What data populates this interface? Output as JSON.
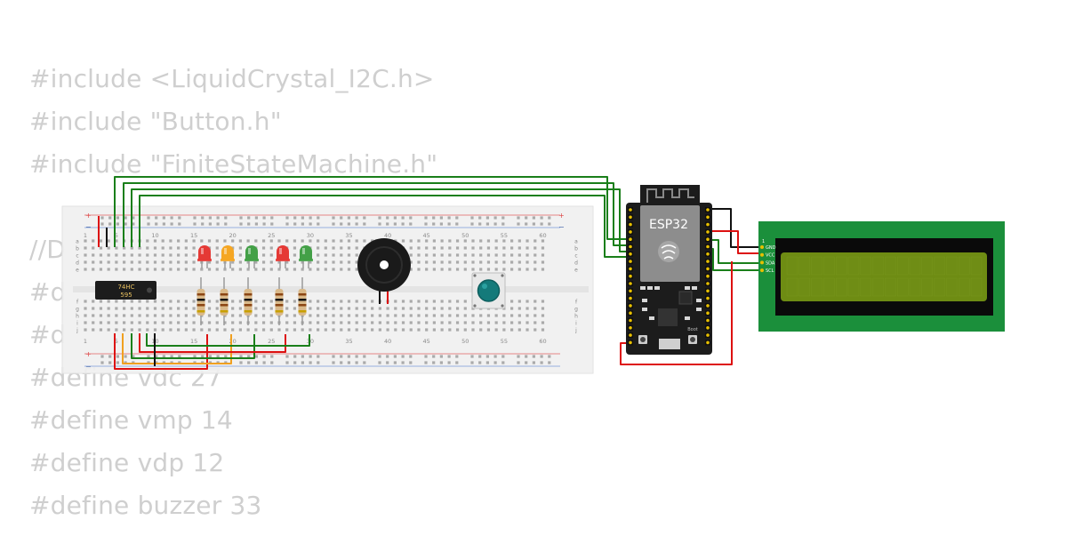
{
  "code_lines": [
    "#include <LiquidCrystal_I2C.h>",
    "#include \"Button.h\"",
    "#include \"FiniteStateMachine.h\"",
    "",
    "//D",
    "#d",
    "#d",
    "#define vdc 27",
    "#define vmp 14",
    "#define vdp 12",
    "#define buzzer 33"
  ],
  "breadboard": {
    "column_numbers": [
      "1",
      "5",
      "10",
      "15",
      "20",
      "25",
      "30",
      "35",
      "40",
      "45",
      "50",
      "55",
      "60"
    ],
    "row_letters_top": [
      "a",
      "b",
      "c",
      "d",
      "e"
    ],
    "row_letters_bottom": [
      "f",
      "g",
      "h",
      "i",
      "j"
    ],
    "rail_plus": "+",
    "rail_minus": "−"
  },
  "shift_register": {
    "line1": "74HC",
    "line2": "595"
  },
  "leds": [
    {
      "color": "#e53935"
    },
    {
      "color": "#f5a623"
    },
    {
      "color": "#43a047"
    },
    {
      "color": "#e53935"
    },
    {
      "color": "#43a047"
    }
  ],
  "esp32": {
    "label": "ESP32",
    "boot_label": "Boot"
  },
  "lcd": {
    "pins": [
      "GND",
      "VCC",
      "SDA",
      "SCL"
    ],
    "screen_color": "#6e8c13",
    "board_color": "#1b8f3b"
  },
  "colors": {
    "wire_green": "#1a7f1a",
    "wire_red": "#d11",
    "wire_black": "#111",
    "wire_orange": "#f0a020"
  }
}
